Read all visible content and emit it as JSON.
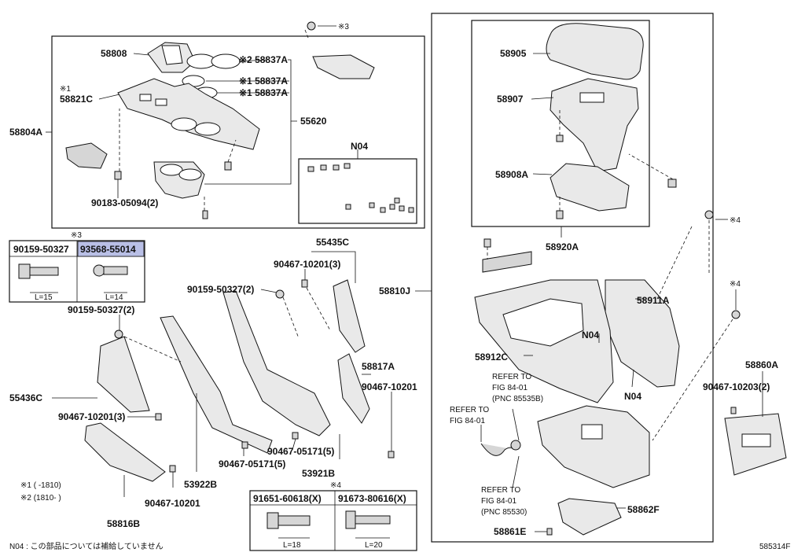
{
  "footer_note": "N04 : この部品については補給していません",
  "figure_id": "585314F",
  "notes": {
    "n1": "※1 (      -1810)",
    "n2": "※2 (1810-      )"
  },
  "labels": {
    "p58808": "58808",
    "p58837a_2": "※2 58837A",
    "p58837a_1a": "※1 58837A",
    "p58837a_1b": "※1 58837A",
    "p58821c_mark": "※1",
    "p58821c": "58821C",
    "p58804a": "58804A",
    "p55620": "55620",
    "n04_box": "N04",
    "p90183": "90183-05094(2)",
    "mark3_top": "※3",
    "p58905": "58905",
    "p58907": "58907",
    "p58908a": "58908A",
    "p58920a": "58920A",
    "p58810j": "58810J",
    "p58911a": "58911A",
    "n04_a": "N04",
    "n04_b": "N04",
    "p58912c": "58912C",
    "mark4_a": "※4",
    "mark4_b": "※4",
    "p58860a": "58860A",
    "p90467_10203": "90467-10203(2)",
    "refer1_l1": "REFER TO",
    "refer1_l2": "FIG 84-01",
    "refer1_l3": "(PNC 85535B)",
    "refer2_l1": "REFER TO",
    "refer2_l2": "FIG 84-01",
    "refer3_l1": "REFER TO",
    "refer3_l2": "FIG 84-01",
    "refer3_l3": "(PNC 85530)",
    "p58862f": "58862F",
    "p58861e": "58861E",
    "p55435c": "55435C",
    "p90467_10201_3a": "90467-10201(3)",
    "p90159_2a": "90159-50327(2)",
    "p90159_2b": "90159-50327(2)",
    "p58817a": "58817A",
    "p90467_10201_a": "90467-10201",
    "p55436c": "55436C",
    "p90467_10201_3b": "90467-10201(3)",
    "p90467_05171_a": "90467-05171(5)",
    "p90467_05171_b": "90467-05171(5)",
    "p53922b": "53922B",
    "p53921b": "53921B",
    "p90467_10201_b": "90467-10201",
    "p58816b": "58816B",
    "mark3_table": "※3",
    "mark4_table": "※4"
  },
  "bolt_table_3": {
    "cols": [
      {
        "part": "90159-50327",
        "length": "L=15",
        "highlighted": false
      },
      {
        "part": "93568-55014",
        "length": "L=14",
        "highlighted": true
      }
    ]
  },
  "bolt_table_4": {
    "cols": [
      {
        "part": "91651-60618(X)",
        "length": "L=18"
      },
      {
        "part": "91673-80616(X)",
        "length": "L=20"
      }
    ]
  }
}
